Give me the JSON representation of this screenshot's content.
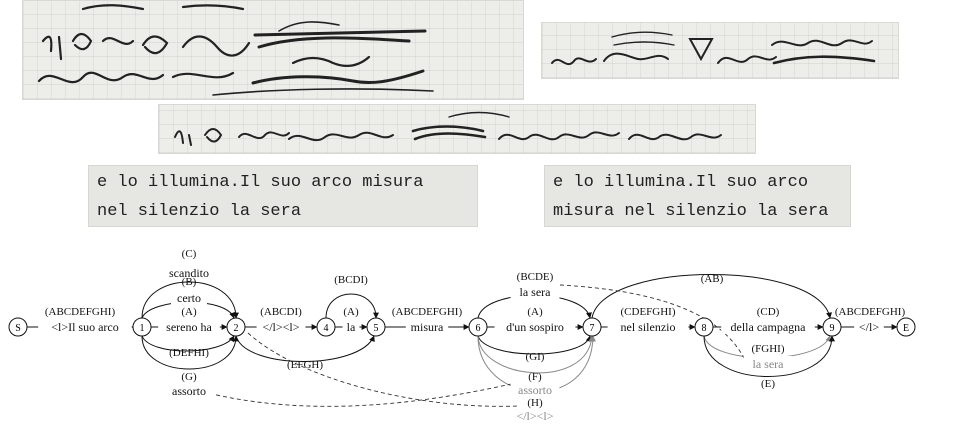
{
  "typescript": {
    "left": [
      "e lo illumina.Il suo arco misura",
      "nel silenzio la sera"
    ],
    "right": [
      "e lo illumina.Il suo arco",
      "misura nel silenzio la sera"
    ]
  },
  "graph": {
    "nodes": [
      {
        "id": "S",
        "label": "S"
      },
      {
        "id": "n1",
        "label": "1"
      },
      {
        "id": "n2",
        "label": "2"
      },
      {
        "id": "n4",
        "label": "4"
      },
      {
        "id": "n5",
        "label": "5"
      },
      {
        "id": "n6",
        "label": "6"
      },
      {
        "id": "n7",
        "label": "7"
      },
      {
        "id": "n8",
        "label": "8"
      },
      {
        "id": "n9",
        "label": "9"
      },
      {
        "id": "E",
        "label": "E"
      }
    ],
    "edges": [
      {
        "from": "S",
        "to": "n1",
        "text": "<l>Il suo arco",
        "wit": "(ABCDEFGHI)",
        "style": "solid",
        "color": "#111"
      },
      {
        "from": "n1",
        "to": "n2",
        "text": "scandito",
        "wit": "(C)",
        "style": "solid",
        "color": "#111"
      },
      {
        "from": "n1",
        "to": "n2",
        "text": "certo",
        "wit": "(B)",
        "style": "solid",
        "color": "#111"
      },
      {
        "from": "n1",
        "to": "n2",
        "text": "sereno ha",
        "wit": "(A)",
        "style": "solid",
        "color": "#111"
      },
      {
        "from": "n1",
        "to": "n2",
        "text": "",
        "wit": "(DEFHI)",
        "style": "solid",
        "color": "#111"
      },
      {
        "from": "n1",
        "to": "n2",
        "text": "assorto",
        "wit": "(G)",
        "style": "solid",
        "color": "#111"
      },
      {
        "from": "n2",
        "to": "n4",
        "text": "</l><l>",
        "wit": "(ABCDI)",
        "style": "solid",
        "color": "#111"
      },
      {
        "from": "n2",
        "to": "n5",
        "text": "",
        "wit": "(EFGH)",
        "style": "solid",
        "color": "#111"
      },
      {
        "from": "n4",
        "to": "n5",
        "text": "la",
        "wit": "(A)",
        "style": "solid",
        "color": "#111"
      },
      {
        "from": "n4",
        "to": "n5",
        "text": "",
        "wit": "(BCDI)",
        "style": "solid",
        "color": "#111"
      },
      {
        "from": "n5",
        "to": "n6",
        "text": "misura",
        "wit": "(ABCDEFGHI)",
        "style": "solid",
        "color": "#111"
      },
      {
        "from": "n6",
        "to": "n7",
        "text": "la sera",
        "wit": "(BCDE)",
        "style": "solid",
        "color": "#111"
      },
      {
        "from": "n6",
        "to": "n7",
        "text": "d'un sospiro",
        "wit": "(A)",
        "style": "solid",
        "color": "#111"
      },
      {
        "from": "n6",
        "to": "n7",
        "text": "",
        "wit": "(GI)",
        "style": "solid",
        "color": "#111"
      },
      {
        "from": "n6",
        "to": "n7",
        "text": "assorto",
        "wit": "(F)",
        "style": "solid",
        "color": "#888"
      },
      {
        "from": "n6",
        "to": "n7",
        "text": "</l><l>",
        "wit": "(H)",
        "style": "solid",
        "color": "#888"
      },
      {
        "from": "n7",
        "to": "n8",
        "text": "nel silenzio",
        "wit": "(CDEFGHI)",
        "style": "solid",
        "color": "#111"
      },
      {
        "from": "n7",
        "to": "n9",
        "text": "",
        "wit": "(AB)",
        "style": "solid",
        "color": "#111"
      },
      {
        "from": "n8",
        "to": "n9",
        "text": "della campagna",
        "wit": "(CD)",
        "style": "solid",
        "color": "#111"
      },
      {
        "from": "n8",
        "to": "n9",
        "text": "la sera",
        "wit": "(FGHI)",
        "style": "solid",
        "color": "#888"
      },
      {
        "from": "n8",
        "to": "n9",
        "text": "",
        "wit": "(E)",
        "style": "solid",
        "color": "#111"
      },
      {
        "from": "n9",
        "to": "E",
        "text": "</l>",
        "wit": "(ABCDEFGHI)",
        "style": "solid",
        "color": "#111"
      }
    ]
  }
}
